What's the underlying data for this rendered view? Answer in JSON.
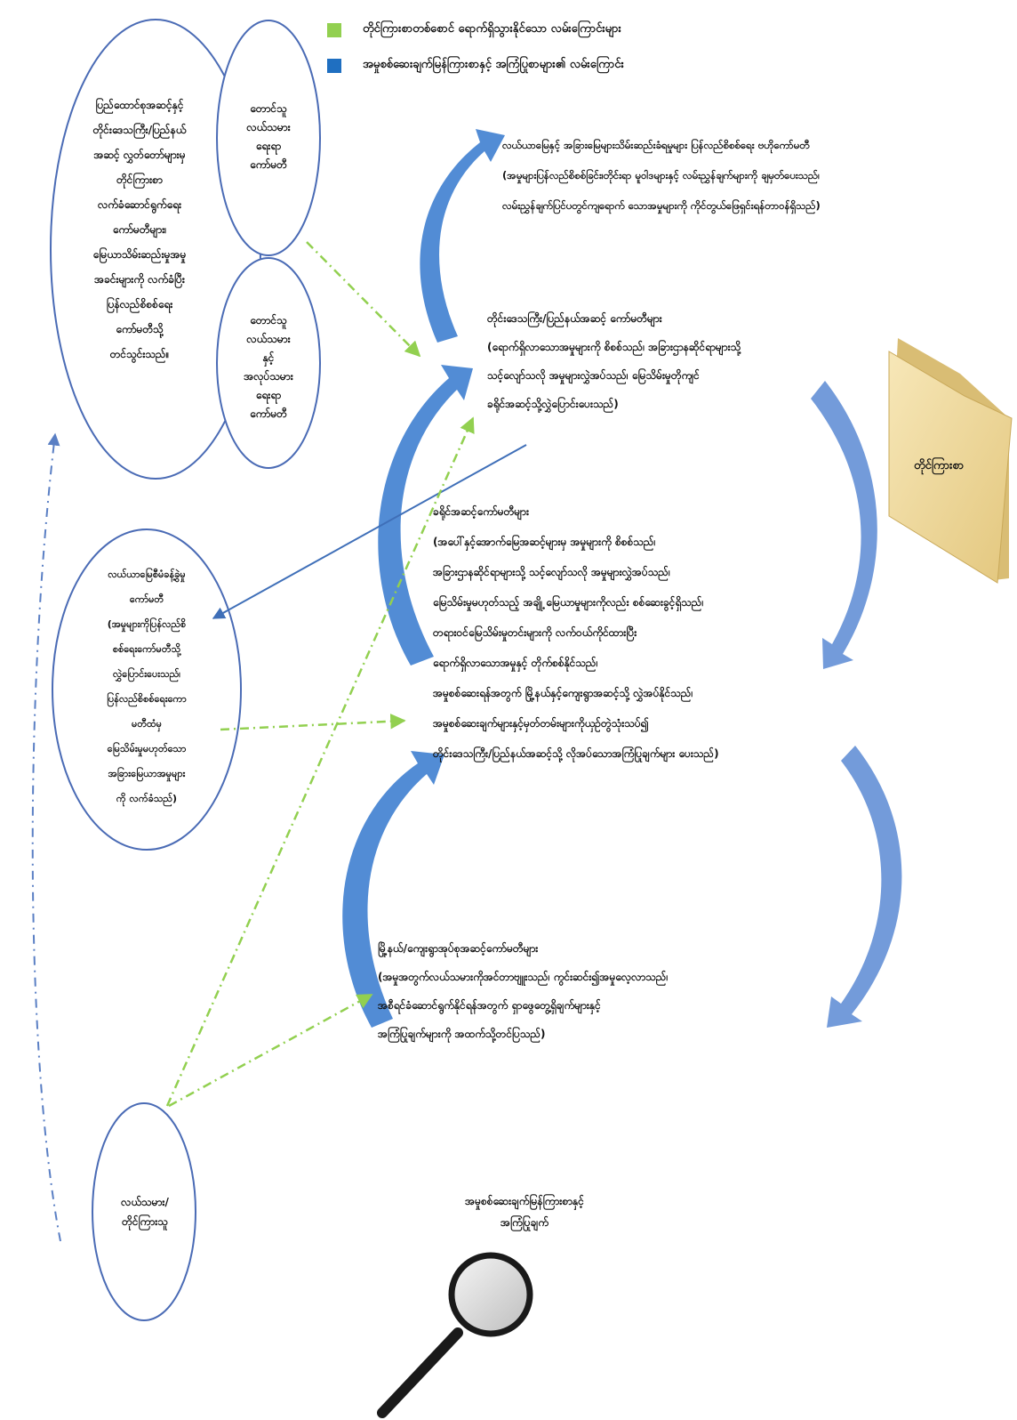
{
  "legend": {
    "items": [
      {
        "color": "#92d050",
        "label": "တိုင်ကြားစာတစ်စောင် ရောက်ရှိသွားနိုင်သော လမ်းကြောင်းများ"
      },
      {
        "color": "#1f6fc1",
        "label": "အမှုစစ်ဆေးချက်မြန်ကြားစာနှင့် အကြံပြုစာများ၏ လမ်းကြောင်း"
      }
    ]
  },
  "colors": {
    "ellipse_stroke": "#4a6bb5",
    "arrow_blue": "#3f7fd0",
    "arrow_green": "#92d050",
    "folder": "#f3dfa3"
  },
  "left_panel": {
    "big_ellipse_text": "ပြည်ထောင်စုအဆင့်နှင့်\nတိုင်းဒေသကြီး/ပြည်နယ်\nအဆင့် လွှတ်တော်များမှ\nတိုင်ကြားစာ\nလက်ခံဆောင်ရွက်ရေး\nကော်မတီများ၊\nမြေယာသိမ်းဆည်းမှုအမှု\nအခင်းများကို လက်ခံပြီး\nပြန်လည်စိစစ်ရေး\nကော်မတီသို့\nတင်သွင်းသည်။",
    "top_small_text": "တောင်သူ\nလယ်သမား\nရေးရာ\nကော်မတီ",
    "bottom_small_text": "တောင်သူ\nလယ်သမား\nနှင့်\nအလုပ်သမား\nရေးရာ\nကော်မတီ",
    "mid_ellipse_text": "လယ်ယာမြေစီမံခန့်ခွဲမှု\nကော်မတီ\n(အမှုများကိုပြန်လည်စိ\nစစ်ရေးကော်မတီသို့\nလွှဲပြောင်းပေးသည်၊\nပြန်လည်စိစစ်ရေးကော\nမတီထံမှ\nမြေသိမ်းမှုမဟုတ်သော\nအခြားမြေယာအမှုများ\nကို လက်ခံသည်)",
    "bottom_ellipse_text": "လယ်သမား/\nတိုင်ကြားသူ"
  },
  "boxes": {
    "top": "လယ်ယာမြေနှင့် အခြားမြေများသိမ်းဆည်းခံရမှုများ ပြန်လည်စိစစ်ရေး ဗဟိုကော်မတီ\n(အမှုများပြန်လည်စိစစ်ခြင်း၊တိုင်းရာ မူဝါဒများနှင့် လမ်းညွှန်ချက်များကို ချမှတ်ပေးသည်၊\nလမ်းညွှန်ချက်ပြင်ပတွင်ကျရောက် သောအမှုများကို ကိုင်တွယ်ဖြေရှင်းရန်တာဝန်ရှိသည်)",
    "region": "တိုင်းဒေသကြီး/ပြည်နယ်အဆင့် ကော်မတီများ\n(ရောက်ရှိလာသောအမှုများကို စိစစ်သည်၊ အခြားဌာနဆိုင်ရာများသို့\nသင့်လျော်သလို အမှုများလွှဲအပ်သည်၊ မြေသိမ်းမှုတိုကျင်\nခရိုင်အဆင့်သို့လွှဲပြောင်းပေးသည်)",
    "district": "ခရိုင်အဆင့်ကော်မတီများ\n(အပေါ်နှင့်အောက်မြေအဆင့်များမှ အမှုများကို စိစစ်သည်၊\nအခြားဌာနဆိုင်ရာများသို့ သင့်လျော်သလို အမှုများလွှဲအပ်သည်၊\nမြေသိမ်းမှုမဟုတ်သည့် အချို့ မြေယာမှုများကိုလည်း စစ်ဆေးခွင့်ရှိသည်၊\nတရားဝင်မြေသိမ်းမှုတင်းများကို လက်ဝယ်ကိုင်ထားပြီး\nရောက်ရှိလာသောအမှုနှင့် တိုက်စစ်နိုင်သည်၊\nအမှုစစ်ဆေးရန်အတွက် မြို့နယ်နှင့်ကျေးရွာအဆင့်သို့ လွှဲအပ်နိုင်သည်၊\nအမှုစစ်ဆေးချက်များနှင့်မှတ်တမ်းများကိုယှဉ်တွဲသုံးသပ်၍\nတိုင်းဒေသကြီး/ပြည်နယ်အဆင့်သို့ လိုအပ်သောအကြံပြုချက်များ ပေးသည်)",
    "township": "မြို့နယ်/ကျေးရွာအုပ်စုအဆင့်ကော်မတီများ\n(အမှုအတွက်လယ်သမားကိုအင်တာဗျူးသည်၊ ကွင်းဆင်း၍အမှုလေ့လာသည်၊\nအစီရင်ခံဆောင်ရွက်နိုင်ရန်အတွက် ရှာဖွေတွေ့ရှိချက်များနှင့်\nအကြံပြုချက်များကို အထက်သို့တင်ပြသည်)"
  },
  "folder_label": "တိုင်ကြားစာ",
  "magnifier_label": "အမှုစစ်ဆေးချက်မြန်ကြားစာနှင့်\nအကြံပြုချက်"
}
